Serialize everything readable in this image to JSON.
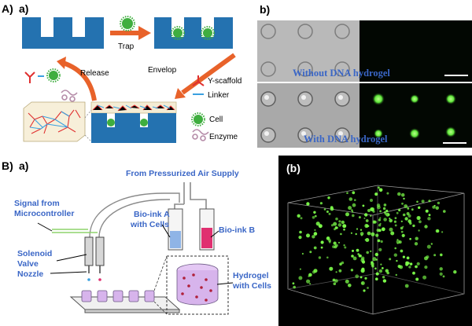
{
  "panelA": {
    "tag": "A)",
    "sub_a": "a)",
    "sub_b": "b)",
    "step_trap": "Trap",
    "step_envelop": "Envelop",
    "step_release": "Release",
    "legend": {
      "y_scaffold": "Y-scaffold",
      "linker": "Linker",
      "cell": "Cell",
      "enzyme": "Enzyme"
    },
    "micro_top_caption": "Without DNA hydrogel",
    "micro_bottom_caption": "With DNA hydrogel"
  },
  "panelB": {
    "tag": "B)",
    "sub_a": "a)",
    "sub_b": "(b)",
    "air_supply": "From Pressurized Air Supply",
    "signal_line1": "Signal from",
    "signal_line2": "Microcontroller",
    "bioink_a_line1": "Bio-ink A",
    "bioink_a_line2": "with Cells",
    "bioink_b": "Bio-ink B",
    "solenoid_line1": "Solenoid",
    "solenoid_line2": "Valve",
    "nozzle": "Nozzle",
    "hydrogel_line1": "Hydrogel",
    "hydrogel_line2": "with Cells"
  },
  "colors": {
    "chip_blue": "#2472b0",
    "arrow_orange": "#e8622a",
    "cell_green": "#3fae3f",
    "label_blue": "#3a66c6",
    "scaffold_red": "#e03030",
    "linker_blue": "#3aa0e0",
    "fluor_green": "#7dff4a",
    "bioink_pink": "#e03070",
    "bioink_blue": "#8fb4e6",
    "well_purple": "#d7b4ec"
  }
}
